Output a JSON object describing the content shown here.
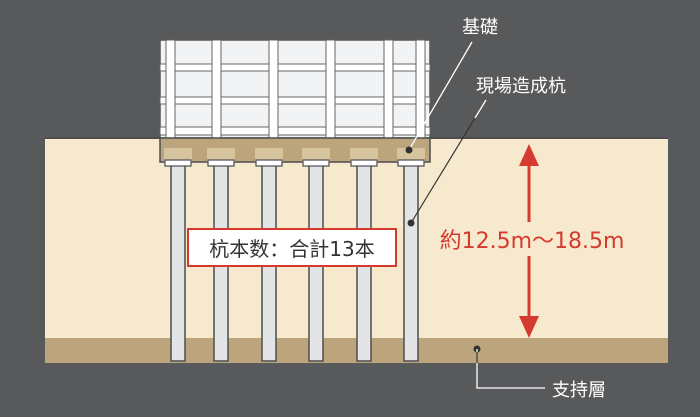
{
  "labels": {
    "foundation": "基礎",
    "cast_in_place_pile": "現場造成杭",
    "pile_count": "杭本数：合計13本",
    "depth_range": "約12.5m～18.5m",
    "bearing_layer": "支持層"
  },
  "pile_count": 13,
  "colors": {
    "background": "#58595b",
    "soil": "#f7e9cd",
    "bearing_layer": "#bca47c",
    "pile": "#e2e4e6",
    "pile_outline": "#4d4d4f",
    "dimension_arrow": "#d43a2e",
    "label_box_border": "#d43a2e",
    "text_light": "#ffffff",
    "text_dark": "#333333"
  }
}
